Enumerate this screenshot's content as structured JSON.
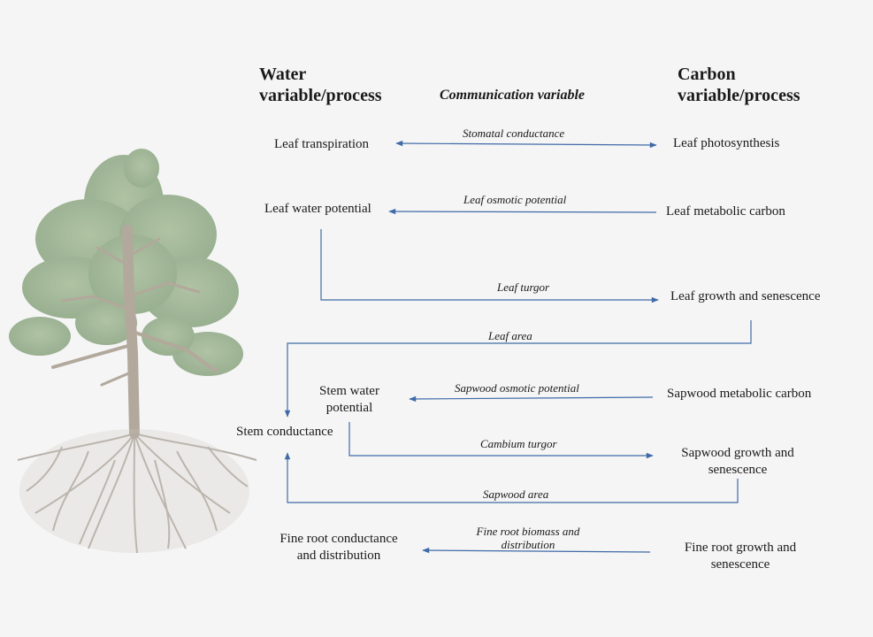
{
  "headers": {
    "water": "Water variable/process",
    "communication": "Communication variable",
    "carbon": "Carbon variable/process"
  },
  "water_processes": {
    "leaf_transpiration": "Leaf transpiration",
    "leaf_water_potential": "Leaf water potential",
    "stem_water_potential": "Stem water potential",
    "stem_conductance": "Stem conductance",
    "fine_root_conductance": "Fine root conductance and distribution"
  },
  "carbon_processes": {
    "leaf_photosynthesis": "Leaf photosynthesis",
    "leaf_metabolic_carbon": "Leaf metabolic carbon",
    "leaf_growth": "Leaf growth and senescence",
    "sapwood_metabolic_carbon": "Sapwood metabolic carbon",
    "sapwood_growth": "Sapwood growth and senescence",
    "fine_root_growth": "Fine root growth and senescence"
  },
  "communication_variables": {
    "stomatal_conductance": "Stomatal conductance",
    "leaf_osmotic_potential": "Leaf osmotic potential",
    "leaf_turgor": "Leaf turgor",
    "leaf_area": "Leaf area",
    "sapwood_osmotic_potential": "Sapwood osmotic potential",
    "cambium_turgor": "Cambium turgor",
    "sapwood_area": "Sapwood area",
    "fine_root_biomass": "Fine root biomass and distribution"
  },
  "colors": {
    "arrow": "#3f6aa8",
    "background": "#f5f5f5",
    "foliage": "#9eb592",
    "trunk": "#b2a89c",
    "roots": "#aaa39b"
  }
}
